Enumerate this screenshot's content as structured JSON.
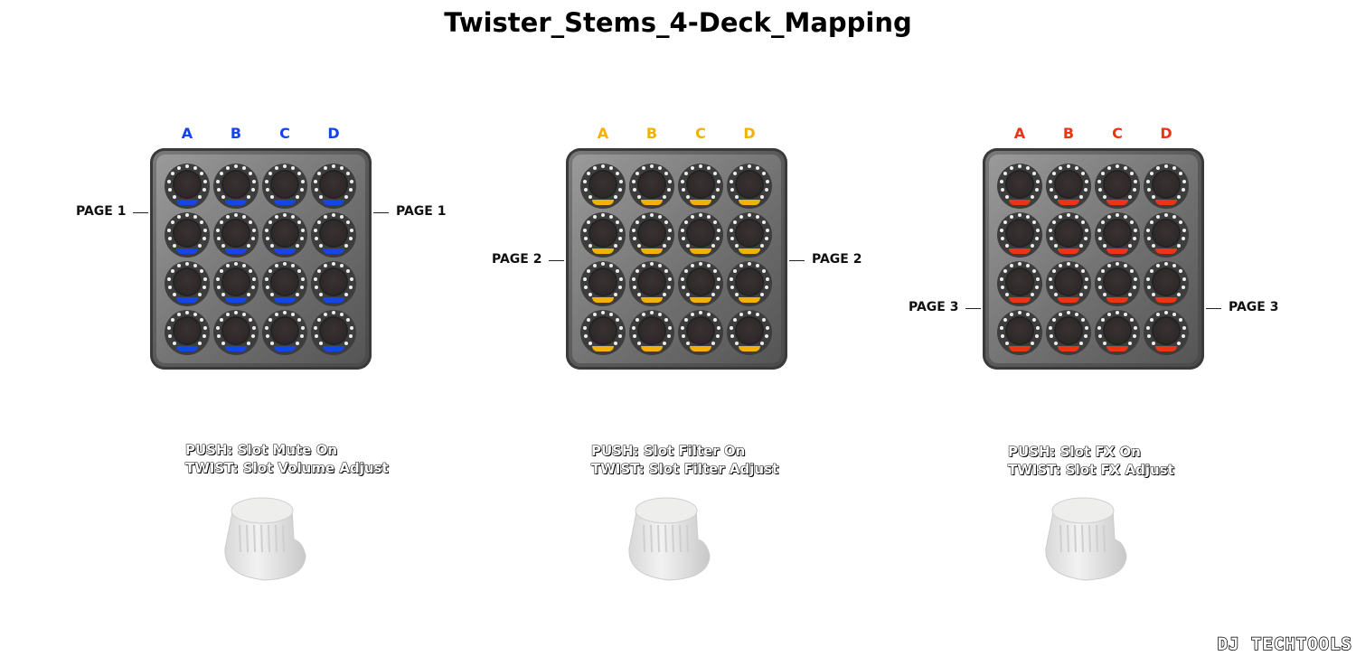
{
  "title": "Twister_Stems_4-Deck_Mapping",
  "controllers": [
    {
      "columns": [
        "A",
        "B",
        "C",
        "D"
      ],
      "color": "#1446e6",
      "page_left": "PAGE 1",
      "page_right": "PAGE 1",
      "page_row": 1,
      "push": "PUSH: Slot Mute On",
      "twist": "TWIST: Slot Volume Adjust"
    },
    {
      "columns": [
        "A",
        "B",
        "C",
        "D"
      ],
      "color": "#f2b10a",
      "page_left": "PAGE 2",
      "page_right": "PAGE 2",
      "page_row": 2,
      "push": "PUSH: Slot Filter On",
      "twist": "TWIST: Slot Filter Adjust"
    },
    {
      "columns": [
        "A",
        "B",
        "C",
        "D"
      ],
      "color": "#ea3414",
      "page_left": "PAGE 3",
      "page_right": "PAGE 3",
      "page_row": 3,
      "push": "PUSH: Slot FX On",
      "twist": "TWIST: Slot FX Adjust"
    }
  ],
  "logo": "DJ TECHTOOLS"
}
